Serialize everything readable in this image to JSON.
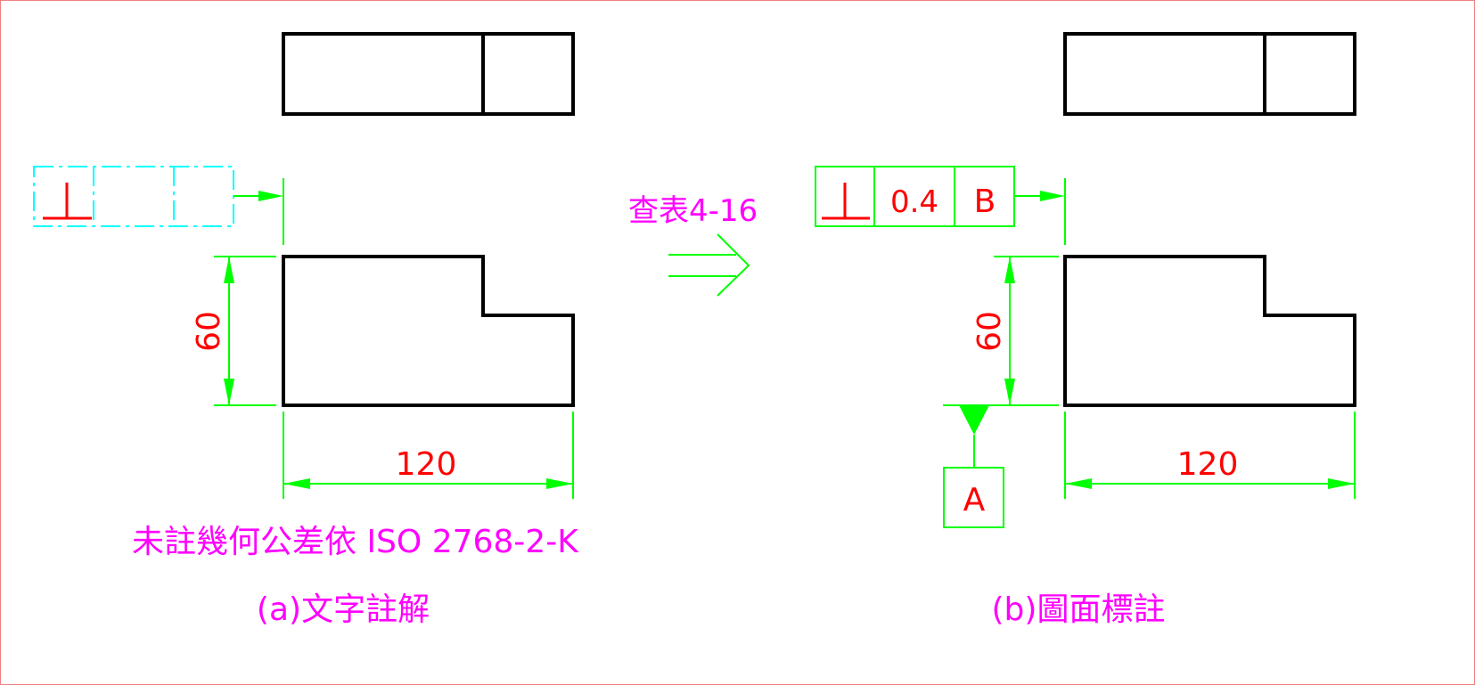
{
  "colors": {
    "object": "#000000",
    "dimension": "#00ff00",
    "text_red": "#ff0000",
    "note": "#ff00ff",
    "frame_dashed": "#00ffff",
    "border": "#f08080"
  },
  "left_panel": {
    "fcf_symbol": "perpendicularity-icon",
    "dim_height": "60",
    "dim_width": "120",
    "note": "未註幾何公差依 ISO 2768-2-K",
    "caption": "(a)文字註解"
  },
  "middle": {
    "lookup": "查表4-16"
  },
  "right_panel": {
    "fcf_symbol": "perpendicularity-icon",
    "tolerance": "0.4",
    "datum_ref": "B",
    "datum_label": "A",
    "dim_height": "60",
    "dim_width": "120",
    "caption": "(b)圖面標註"
  }
}
